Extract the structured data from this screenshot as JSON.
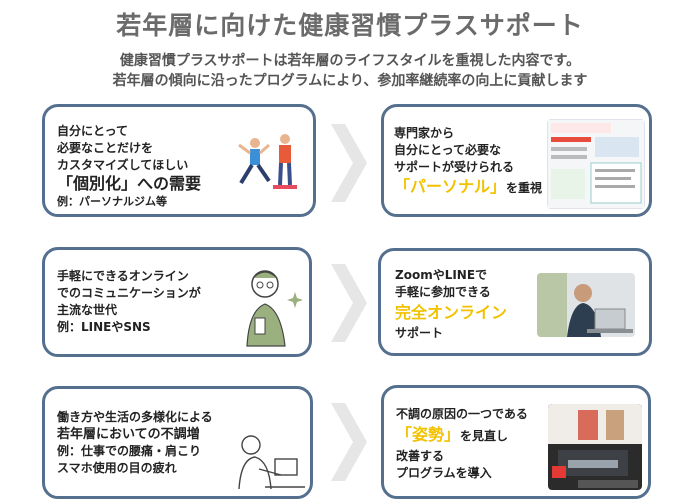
{
  "title": "若年層に向けた健康習慣プラスサポート",
  "subtitle": [
    "健康習慣プラスサポートは若年層のライフスタイルを重視した内容です。",
    "若年層の傾向に沿ったプログラムにより、参加率継続率の向上に貢献します"
  ],
  "rows": [
    {
      "left": {
        "lines": [
          "自分にとって",
          "必要なことだけを",
          "カスタマイズしてほしい"
        ],
        "highlight": "「個別化」への需要",
        "example": "例：パーソナルジム等"
      },
      "right": {
        "lines": [
          "専門家から",
          "自分にとって必要な",
          "サポートが受けられる"
        ],
        "highlight": "「パーソナル」",
        "suffix": "を重視"
      }
    },
    {
      "left": {
        "lines": [
          "手軽にできるオンライン",
          "でのコミュニケーションが",
          "主流な世代"
        ],
        "example": "例：LINEやSNS"
      },
      "right": {
        "lines": [
          "ZoomやLINEで",
          "手軽に参加できる"
        ],
        "highlight": "完全オンライン",
        "suffix": "サポート"
      }
    },
    {
      "left": {
        "lines": [
          "働き方や生活の多様化による",
          "若年層においての不調増"
        ],
        "example": [
          "例：仕事での腰痛・肩こり",
          "スマホ使用の目の疲れ"
        ]
      },
      "right": {
        "lines": [
          "不調の原因の一つである"
        ],
        "highlight": "「姿勢」",
        "suffix": "を見直し",
        "after": [
          "改善する",
          "プログラムを導入"
        ]
      }
    }
  ],
  "colors": {
    "border": "#55708e",
    "highlight": "#f2c200",
    "title": "#6b6b6b"
  }
}
